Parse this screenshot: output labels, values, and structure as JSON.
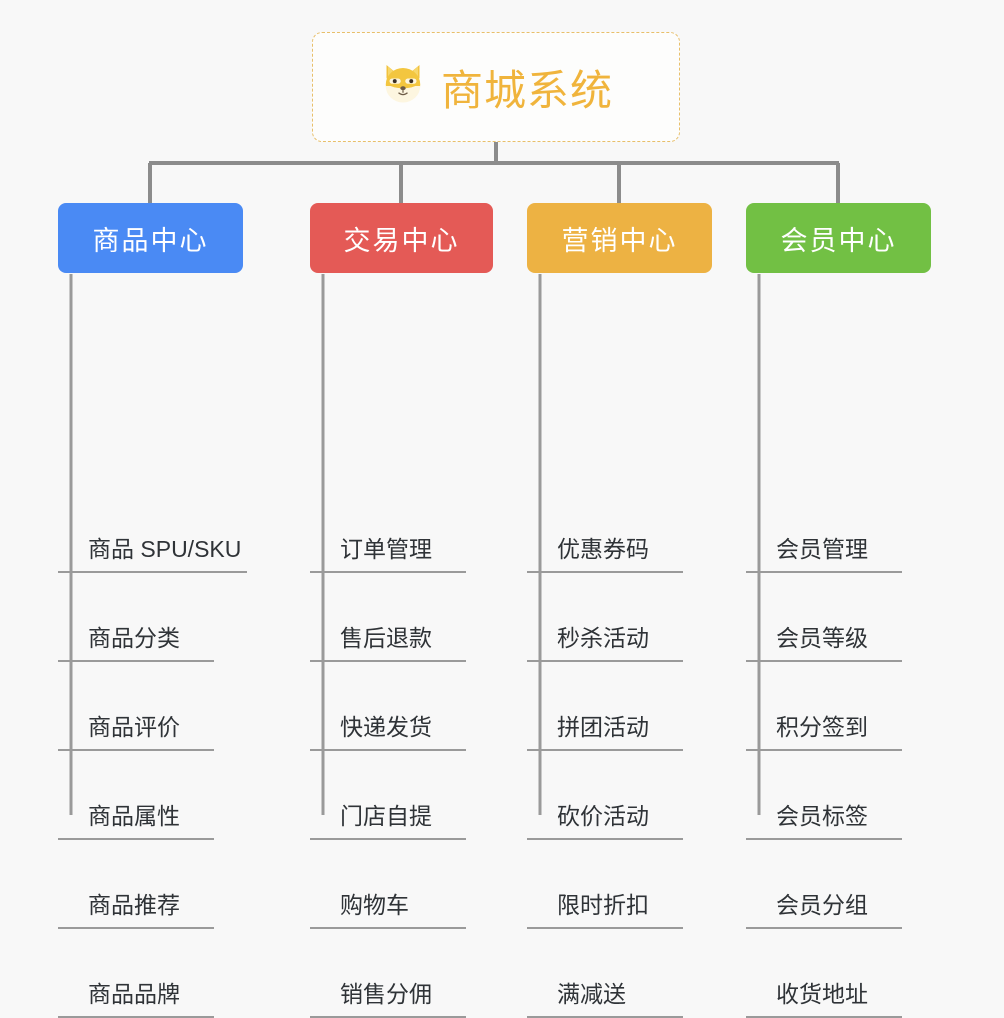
{
  "diagram": {
    "background_color": "#f8f8f8",
    "root": {
      "icon": "shiba-dog-face-icon",
      "emoji": "🐶",
      "title": "商城系统",
      "title_color": "#f0b43c",
      "border_color": "#e8bf6a"
    },
    "branches": [
      {
        "label": "商品中心",
        "color": "#4a8af4",
        "items": [
          "商品 SPU/SKU",
          "商品分类",
          "商品评价",
          "商品属性",
          "商品推荐",
          "商品品牌"
        ]
      },
      {
        "label": "交易中心",
        "color": "#e45a56",
        "items": [
          "订单管理",
          "售后退款",
          "快递发货",
          "门店自提",
          "购物车",
          "销售分佣"
        ]
      },
      {
        "label": "营销中心",
        "color": "#edb243",
        "items": [
          "优惠券码",
          "秒杀活动",
          "拼团活动",
          "砍价活动",
          "限时折扣",
          "满减送"
        ]
      },
      {
        "label": "会员中心",
        "color": "#72c044",
        "items": [
          "会员管理",
          "会员等级",
          "积分签到",
          "会员标签",
          "会员分组",
          "收货地址"
        ]
      }
    ],
    "connector_color": "#8c8c8c"
  }
}
